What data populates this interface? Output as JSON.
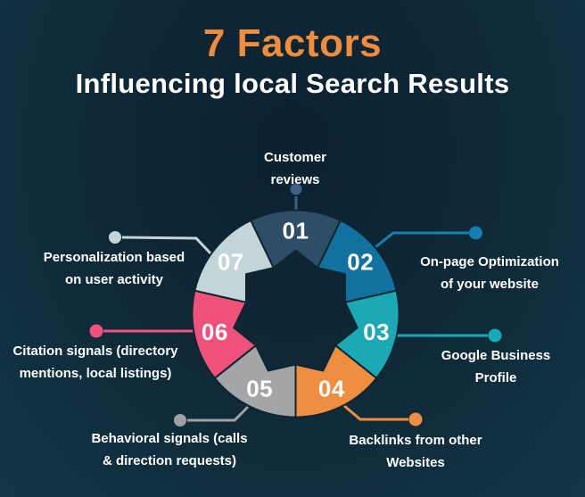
{
  "title": "7 Factors",
  "subtitle": "Influencing local Search Results",
  "colors": {
    "background_center": "#0c2130",
    "background_edge": "#123647",
    "title_accent": "#ef8c3d",
    "text": "#ffffff",
    "segment_outline": "#0e2532"
  },
  "factors": [
    {
      "number": "01",
      "label_line1": "Customer",
      "label_line2": "reviews",
      "color": "#2e4d67",
      "connector_color": "#3e6080"
    },
    {
      "number": "02",
      "label_line1": "On-page Optimization",
      "label_line2": "of your website",
      "color": "#11719f",
      "connector_color": "#1580b0"
    },
    {
      "number": "03",
      "label_line1": "Google Business",
      "label_line2": "Profile",
      "color": "#1aa9b5",
      "connector_color": "#17aab6"
    },
    {
      "number": "04",
      "label_line1": "Backlinks from other",
      "label_line2": "Websites",
      "color": "#ef8e41",
      "connector_color": "#ef8e41"
    },
    {
      "number": "05",
      "label_line1": "Behavioral signals (calls",
      "label_line2": "& direction requests)",
      "color": "#a4a5a7",
      "connector_color": "#9fa1a3"
    },
    {
      "number": "06",
      "label_line1": "Citation signals (directory",
      "label_line2": "mentions, local listings)",
      "color": "#f1527c",
      "connector_color": "#f1527c"
    },
    {
      "number": "07",
      "label_line1": "Personalization based",
      "label_line2": "on user activity",
      "color": "#c3d5d9",
      "connector_color": "#c3d5d9"
    }
  ]
}
